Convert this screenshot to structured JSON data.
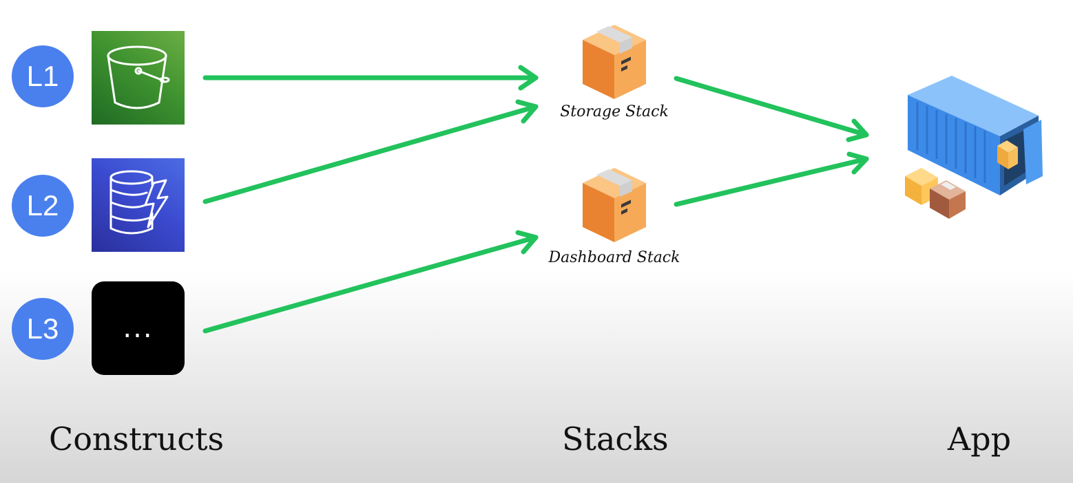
{
  "constructs": {
    "levels": [
      {
        "badge": "L1",
        "icon": "s3-bucket-icon"
      },
      {
        "badge": "L2",
        "icon": "dynamodb-icon"
      },
      {
        "badge": "L3",
        "icon": "ellipsis-tile",
        "tile_text": "..."
      }
    ]
  },
  "stacks": {
    "items": [
      {
        "label": "Storage Stack",
        "icon": "box-icon"
      },
      {
        "label": "Dashboard Stack",
        "icon": "box-icon"
      }
    ]
  },
  "app": {
    "icon": "shipping-container-icon"
  },
  "columns": {
    "constructs_title": "Constructs",
    "stacks_title": "Stacks",
    "app_title": "App"
  },
  "colors": {
    "arrow": "#22c25c",
    "badge": "#4a80ee",
    "s3_tile": "#3f932f",
    "dynamodb_tile": "#3b4bd0",
    "box": "#f09b3e",
    "container": "#3d8be8"
  }
}
